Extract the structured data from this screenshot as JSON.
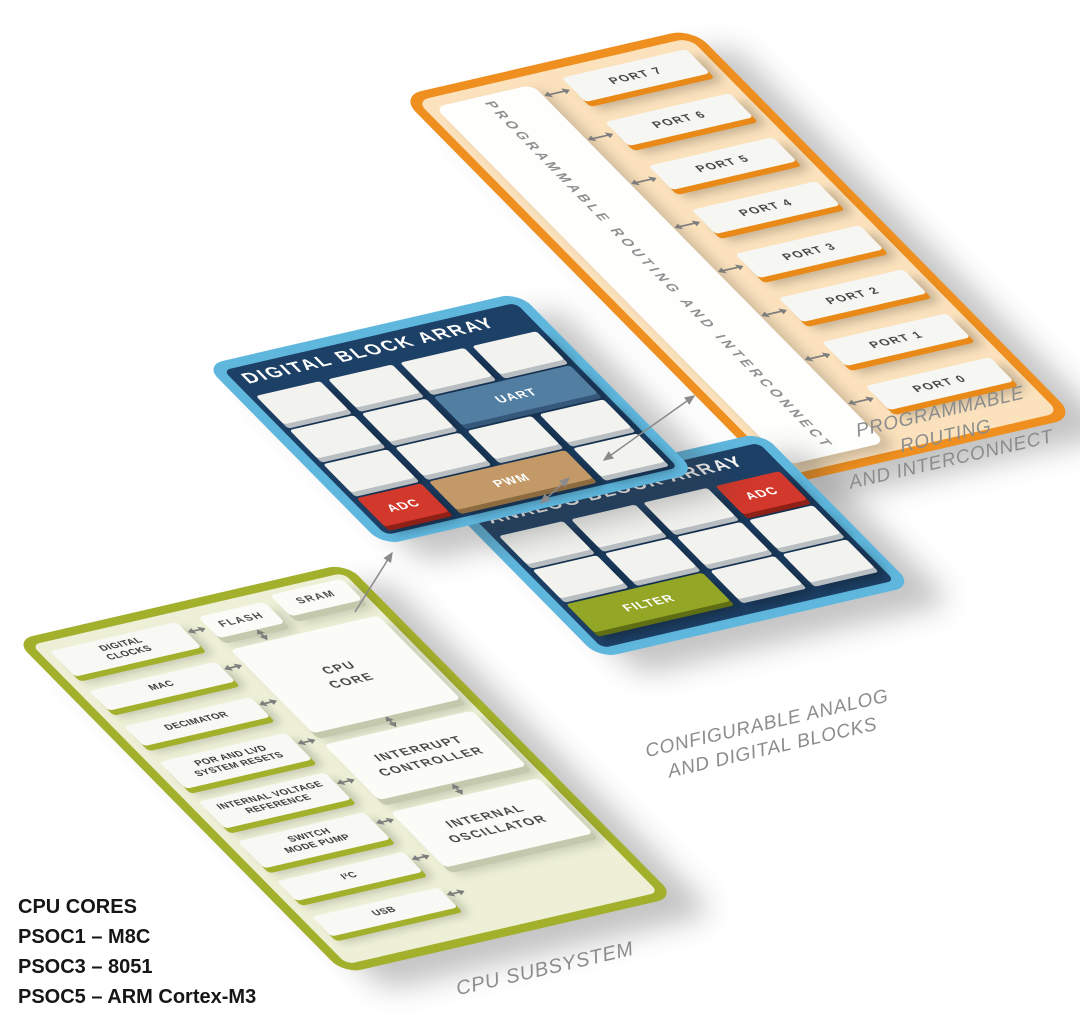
{
  "colors": {
    "routing_orange": "#ee8f1f",
    "routing_fill": "#fbe2bd",
    "array_border_blue": "#5fb7de",
    "array_navy": "#1d4066",
    "uart_blue": "#527ea1",
    "adc_red": "#d2382b",
    "pwm_tan": "#c39a67",
    "filter_green": "#93a625",
    "cpu_green": "#a3b02c",
    "cpu_fill": "#edf0d6",
    "caption_gray": "#8c8c8c"
  },
  "routing_panel": {
    "strip_label": "PROGRAMMABLE ROUTING AND INTERCONNECT",
    "ports": [
      "PORT 7",
      "PORT 6",
      "PORT 5",
      "PORT 4",
      "PORT 3",
      "PORT 2",
      "PORT 1",
      "PORT 0"
    ],
    "caption_line1": "PROGRAMMABLE ROUTING",
    "caption_line2": "AND INTERCONNECT"
  },
  "digital_panel": {
    "title": "DIGITAL BLOCK ARRAY",
    "uart": "UART",
    "adc": "ADC",
    "pwm": "PWM"
  },
  "analog_panel": {
    "title": "ANALOG BLOCK ARRAY",
    "adc": "ADC",
    "filter": "FILTER",
    "caption_line1": "CONFIGURABLE ANALOG",
    "caption_line2": "AND DIGITAL BLOCKS"
  },
  "cpu_panel": {
    "left_blocks": [
      "DIGITAL\nCLOCKS",
      "MAC",
      "DECIMATOR",
      "POR AND LVD\nSYSTEM RESETS",
      "INTERNAL VOLTAGE\nREFERENCE",
      "SWITCH\nMODE PUMP",
      "I²C",
      "USB"
    ],
    "flash": "FLASH",
    "sram": "SRAM",
    "cpu_core": "CPU\nCORE",
    "interrupt_controller": "INTERRUPT\nCONTROLLER",
    "internal_oscillator": "INTERNAL\nOSCILLATOR",
    "caption": "CPU SUBSYSTEM"
  },
  "legend": {
    "title": "CPU CORES",
    "lines": [
      "PSOC1 – M8C",
      "PSOC3 – 8051",
      "PSOC5 – ARM Cortex-M3"
    ]
  }
}
